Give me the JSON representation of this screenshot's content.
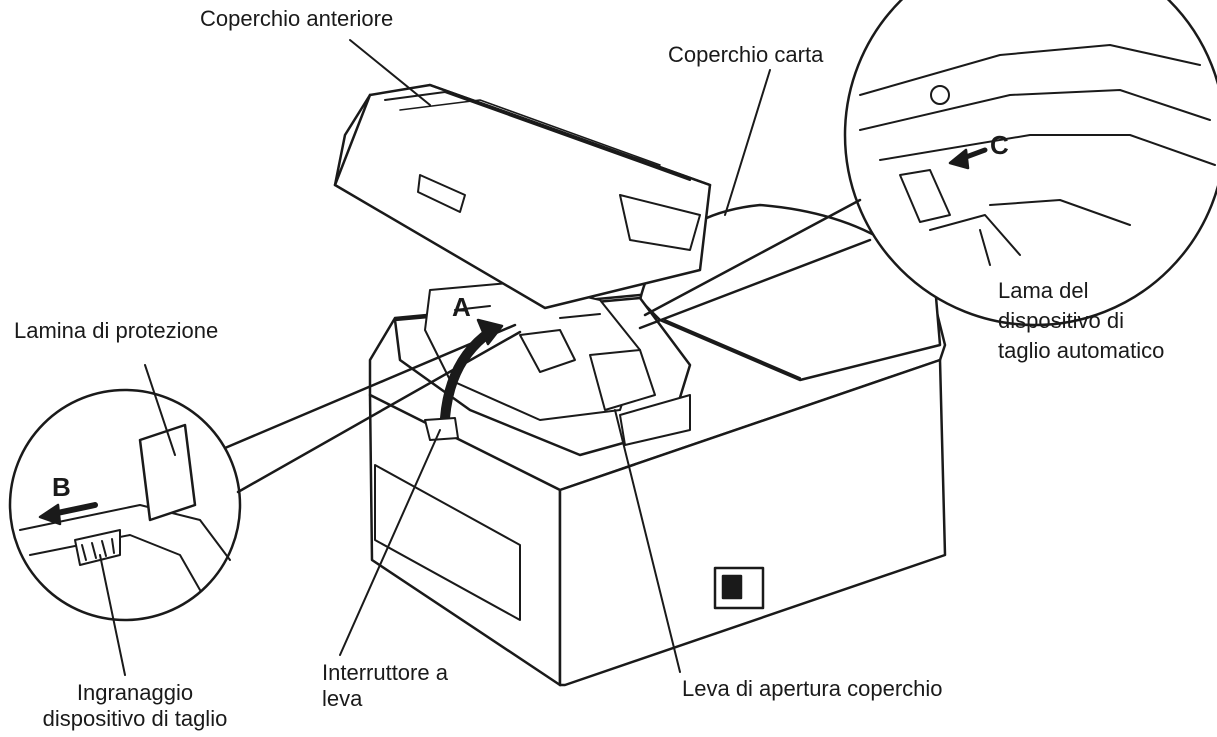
{
  "labels": {
    "front_cover": "Coperchio anteriore",
    "paper_cover": "Coperchio carta",
    "protection_blade": "Lamina di protezione",
    "cutter_blade_line1": "Lama del",
    "cutter_blade_line2": "dispositivo di",
    "cutter_blade_line3": "taglio automatico",
    "cutter_gear_line1": "Ingranaggio",
    "cutter_gear_line2": "dispositivo di taglio",
    "lever_switch_line1": "Interruttore a",
    "lever_switch_line2": "leva",
    "cover_open_lever": "Leva di apertura coperchio"
  },
  "markers": {
    "a": "A",
    "b": "B",
    "c": "C"
  },
  "colors": {
    "line": "#1a1a1a",
    "fill": "#ffffff",
    "shade": "#d9d9d9"
  }
}
